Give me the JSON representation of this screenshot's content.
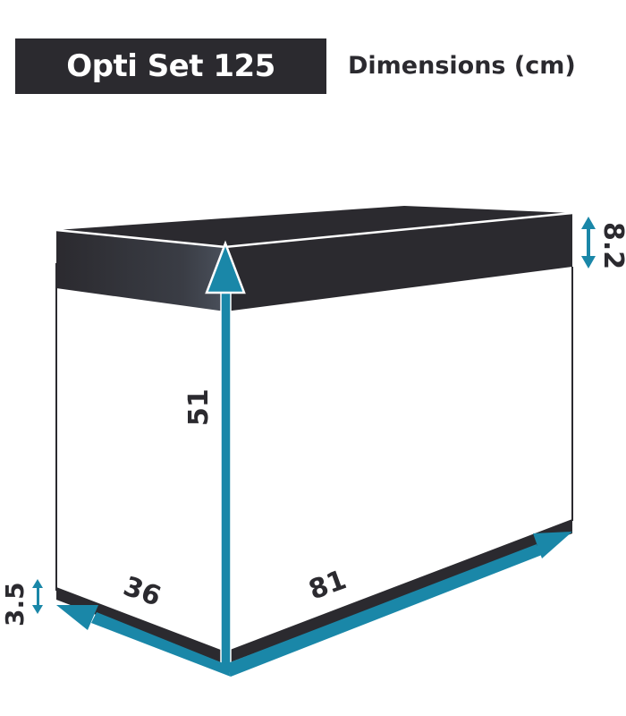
{
  "header": {
    "product_name": "Opti Set 125",
    "section_title": "Dimensions (cm)"
  },
  "dimensions": {
    "lid_height": "8.2",
    "height": "51",
    "depth": "36",
    "width": "81",
    "base_height": "3.5"
  },
  "colors": {
    "dark": "#2b2a2f",
    "accent": "#1a87a8",
    "background": "#ffffff"
  }
}
